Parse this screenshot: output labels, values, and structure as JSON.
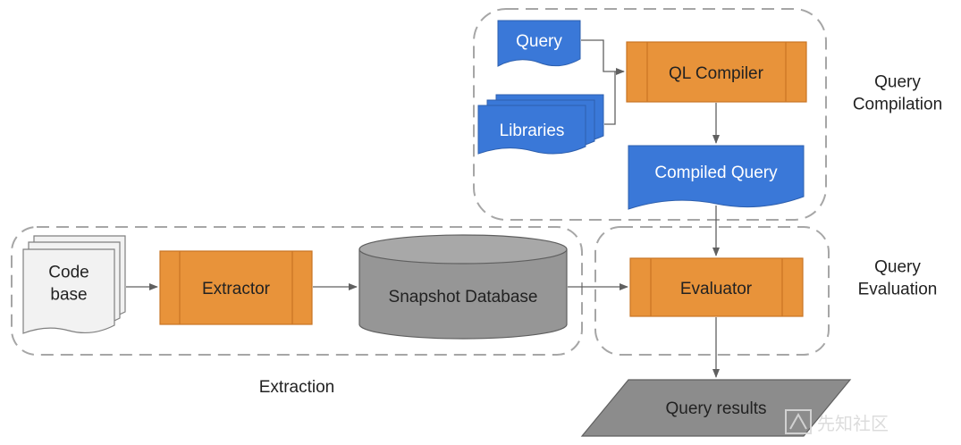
{
  "groups": {
    "query_compilation": "Query\nCompilation",
    "query_evaluation": "Query\nEvaluation",
    "extraction": "Extraction"
  },
  "nodes": {
    "query": "Query",
    "libraries": "Libraries",
    "ql_compiler": "QL Compiler",
    "compiled_query": "Compiled Query",
    "code_base": "Code\nbase",
    "extractor": "Extractor",
    "snapshot_database": "Snapshot Database",
    "evaluator": "Evaluator",
    "query_results": "Query results"
  },
  "watermark": "先知社区",
  "colors": {
    "process": "#e8933a",
    "document": "#3a78d8",
    "database": "#969696",
    "results": "#8c8c8c"
  }
}
